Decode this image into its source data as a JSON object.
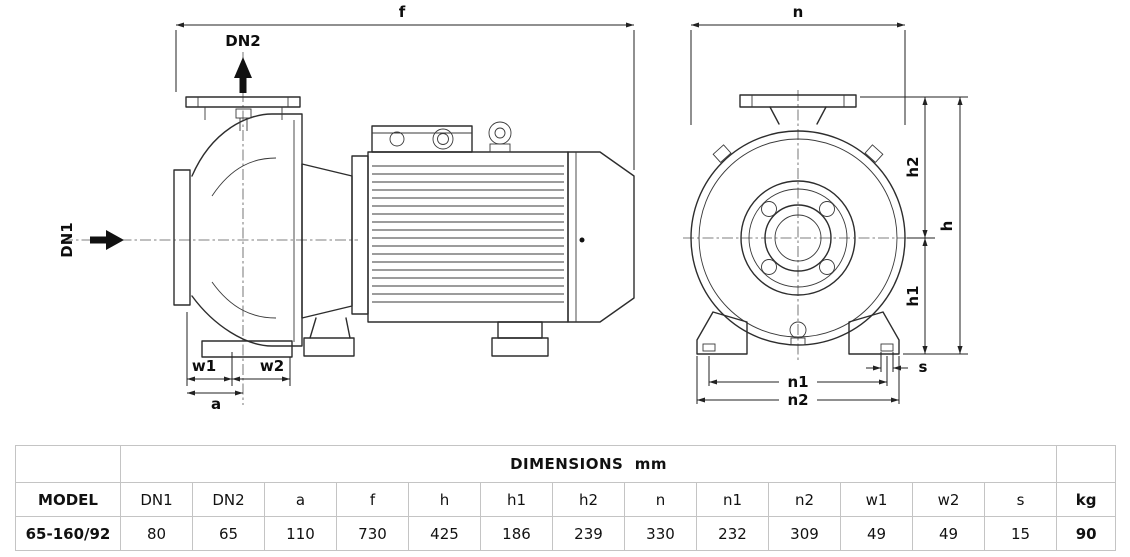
{
  "drawing": {
    "side_view": {
      "f": "f",
      "dn2": "DN2",
      "dn1": "DN1",
      "w1": "w1",
      "w2": "w2",
      "a": "a"
    },
    "front_view": {
      "n": "n",
      "h2": "h2",
      "h": "h",
      "h1": "h1",
      "s": "s",
      "n1": "n1",
      "n2": "n2"
    }
  },
  "table": {
    "dimensions_title": "DIMENSIONS  mm",
    "model_header": "MODEL",
    "kg_header": "kg",
    "columns": [
      "DN1",
      "DN2",
      "a",
      "f",
      "h",
      "h1",
      "h2",
      "n",
      "n1",
      "n2",
      "w1",
      "w2",
      "s"
    ],
    "row": {
      "model": "65-160/92",
      "values": [
        "80",
        "65",
        "110",
        "730",
        "425",
        "186",
        "239",
        "330",
        "232",
        "309",
        "49",
        "49",
        "15"
      ],
      "kg": "90"
    }
  }
}
